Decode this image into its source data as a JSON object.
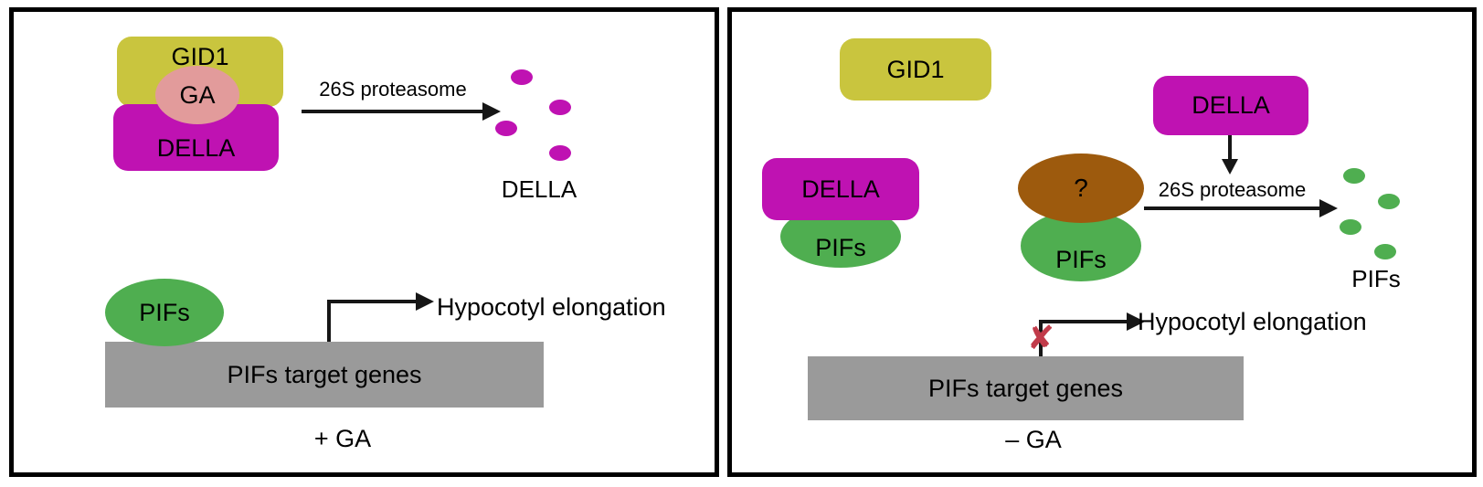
{
  "figure": {
    "colors": {
      "gid1_yellow": "#c9c53e",
      "della_magenta": "#bf12b2",
      "ga_pink": "#e29b9b",
      "pifs_green": "#4fae50",
      "unknown_brown": "#9d5a0d",
      "gene_bar_gray": "#9a9a9a",
      "blocked_x_red": "#c13b4a",
      "arrow_black": "#161616"
    },
    "left_panel": {
      "condition": "+ GA",
      "gid1": "GID1",
      "ga": "GA",
      "della": "DELLA",
      "proteasome": "26S proteasome",
      "degraded_label": "DELLA",
      "pifs": "PIFs",
      "target_genes": "PIFs target genes",
      "outcome": "Hypocotyl elongation"
    },
    "right_panel": {
      "condition": "– GA",
      "gid1": "GID1",
      "della_complex": "DELLA",
      "pifs_complex": "PIFs",
      "unknown": "?",
      "pifs_under_unknown": "PIFs",
      "della_degradation": "DELLA",
      "proteasome": "26S proteasome",
      "degraded_label": "PIFs",
      "target_genes": "PIFs target genes",
      "outcome": "Hypocotyl elongation",
      "blocked_icon": "✘"
    }
  }
}
